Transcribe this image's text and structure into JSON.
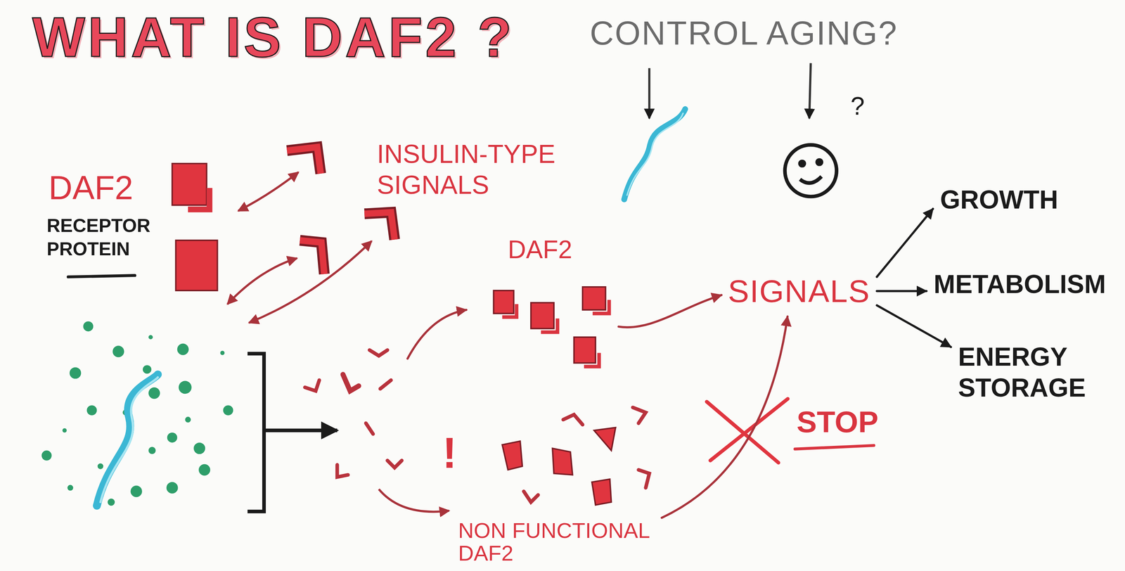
{
  "diagram": {
    "title": "WHAT IS DAF2 ?",
    "nodes": [
      {
        "text": [
          "DAF2"
        ]
      },
      {
        "text": [
          "SIGNALS"
        ]
      },
      {
        "text": [
          "GROWTH"
        ]
      },
      {
        "text": [
          "METABOLISM"
        ]
      },
      {
        "text": [
          "ENERGY STORAGE"
        ]
      },
      {
        "text": [
          "NON FUNCTIONAL DAF2"
        ]
      }
    ],
    "edges": [
      {
        "from": 0,
        "to": 1,
        "arrow": "to"
      },
      {
        "from": 1,
        "to": 2,
        "arrow": "to"
      },
      {
        "from": 1,
        "to": 3,
        "arrow": "to"
      },
      {
        "from": 1,
        "to": 4,
        "arrow": "to"
      },
      {
        "from": 5,
        "to": 1,
        "arrow": "to"
      }
    ],
    "labels": [
      "CONTROL AGING?",
      "?",
      "DAF2",
      "RECEPTOR PROTEIN",
      "INSULIN-TYPE SIGNALS",
      "!",
      "STOP"
    ]
  }
}
